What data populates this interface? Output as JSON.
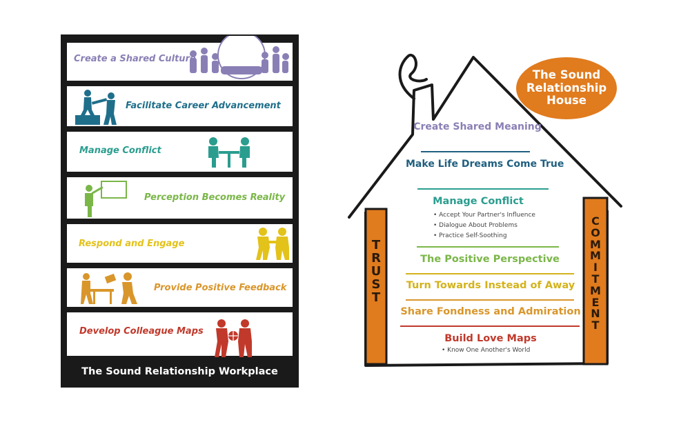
{
  "workplace": {
    "title": "The Sound Relationship Workplace",
    "rows": [
      {
        "label": "Create a Shared Culture",
        "color": "#8a7fb5"
      },
      {
        "label": "Facilitate Career Advancement",
        "color": "#1f6f8b"
      },
      {
        "label": "Manage Conflict",
        "color": "#2a9d8f"
      },
      {
        "label": "Perception Becomes Reality",
        "color": "#7ab648"
      },
      {
        "label": "Respond and Engage",
        "color": "#e3c21a"
      },
      {
        "label": "Provide Positive Feedback",
        "color": "#d9962b"
      },
      {
        "label": "Develop Colleague Maps",
        "color": "#c0392b"
      }
    ]
  },
  "house": {
    "badge": "The Sound Relationship House",
    "badge_color": "#e07b1e",
    "pillar_color": "#e07b1e",
    "left_pillar": "TRUST",
    "right_pillar": "COMMITMENT",
    "levels": [
      {
        "label": "Create Shared Meaning",
        "color": "#8a7fb5",
        "subs": []
      },
      {
        "label": "Make Life Dreams Come True",
        "color": "#1f5f7f",
        "subs": []
      },
      {
        "label": "Manage Conflict",
        "color": "#2a9d8f",
        "subs": [
          "Accept Your Partner's Influence",
          "Dialogue About Problems",
          "Practice Self-Soothing"
        ]
      },
      {
        "label": "The Positive Perspective",
        "color": "#7ab648",
        "subs": []
      },
      {
        "label": "Turn Towards Instead of Away",
        "color": "#d4b21a",
        "subs": []
      },
      {
        "label": "Share Fondness and Admiration",
        "color": "#d9962b",
        "subs": []
      },
      {
        "label": "Build Love Maps",
        "color": "#c0392b",
        "subs": [
          "Know One Another's World"
        ]
      }
    ]
  }
}
